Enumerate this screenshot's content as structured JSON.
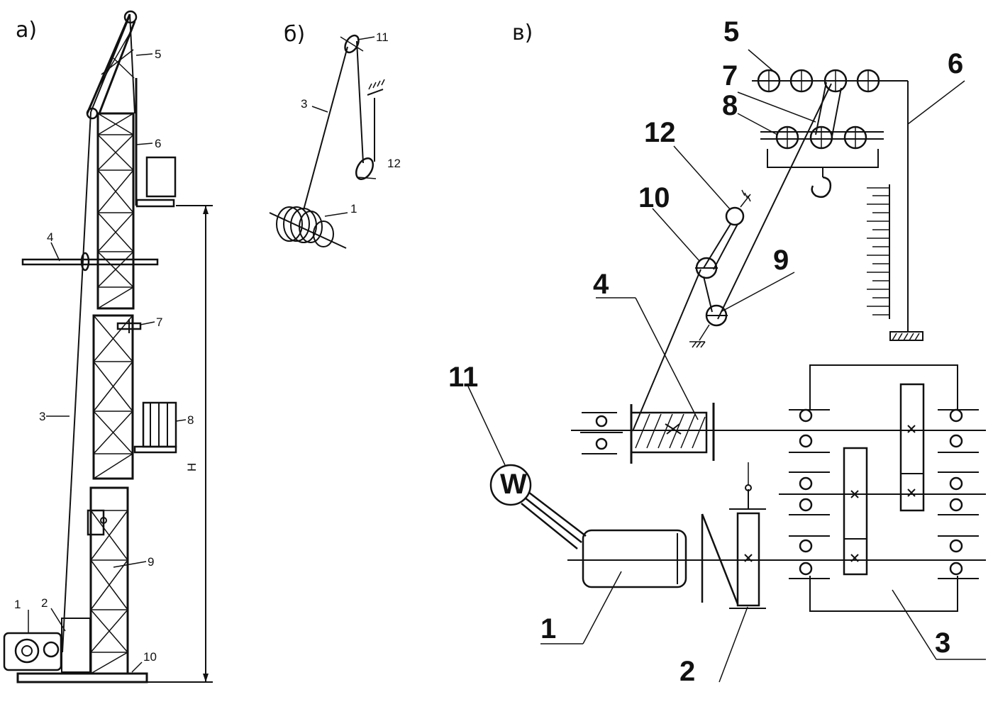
{
  "panels": {
    "a": {
      "label": "а)",
      "callouts": [
        "1",
        "2",
        "3",
        "4",
        "5",
        "6",
        "7",
        "8",
        "9",
        "10"
      ],
      "dimension": "H"
    },
    "b": {
      "label": "б)",
      "callouts": [
        "11",
        "3",
        "12",
        "1"
      ]
    },
    "c": {
      "label": "в)",
      "callouts": [
        "5",
        "6",
        "7",
        "8",
        "12",
        "10",
        "9",
        "4",
        "11",
        "1",
        "2",
        "3"
      ],
      "meter_symbol": "W"
    }
  }
}
